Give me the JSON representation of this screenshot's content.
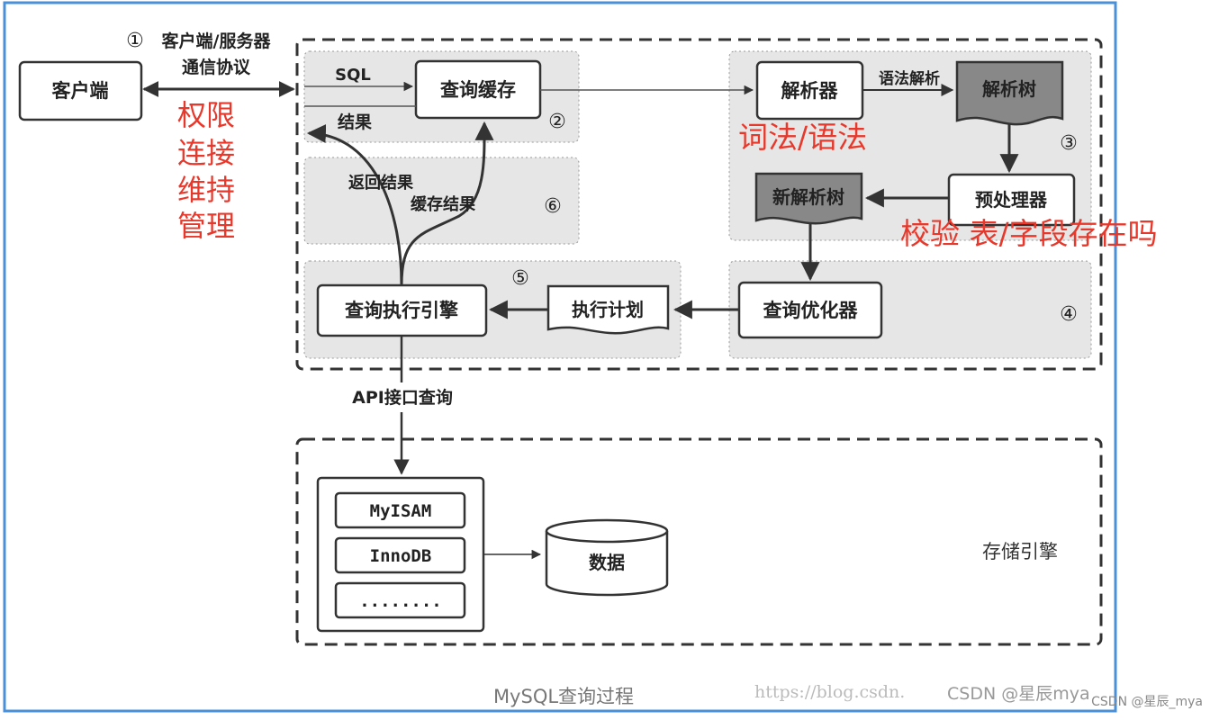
{
  "diagram": {
    "title": "MySQL查询过程",
    "nodes": {
      "client": "客户端",
      "query_cache": "查询缓存",
      "parser": "解析器",
      "parse_tree": "解析树",
      "preprocessor": "预处理器",
      "new_parse_tree": "新解析树",
      "query_optimizer": "查询优化器",
      "execution_plan": "执行计划",
      "query_engine": "查询执行引擎",
      "data": "数据",
      "storage_myisam": "MyISAM",
      "storage_innodb": "InnoDB",
      "storage_more": "........",
      "storage_engine": "存储引擎"
    },
    "edges": {
      "protocol_line1": "客户端/服务器",
      "protocol_line2": "通信协议",
      "sql": "SQL",
      "result": "结果",
      "syntax_parse": "语法解析",
      "return_result": "返回结果",
      "cache_result": "缓存结果",
      "api_query": "API接口查询"
    },
    "steps": {
      "s1": "①",
      "s2": "②",
      "s3": "③",
      "s4": "④",
      "s5": "⑤",
      "s6": "⑥"
    },
    "annotations": {
      "permissions": [
        "权限",
        "连接",
        "维持",
        "管理"
      ],
      "lexical_syntax": "词法/语法",
      "check_table_field": "校验 表/字段存在吗"
    },
    "watermarks": {
      "blog_url": "https://blog.csdn.",
      "csdn_center": "CSDN @星辰mya",
      "csdn_corner": "CSDN @星辰_mya"
    },
    "colors": {
      "frame_border": "#4a90d9",
      "annotation_red": "#e8382b",
      "panel_gray": "#e6e6e6",
      "line": "#333333"
    }
  }
}
